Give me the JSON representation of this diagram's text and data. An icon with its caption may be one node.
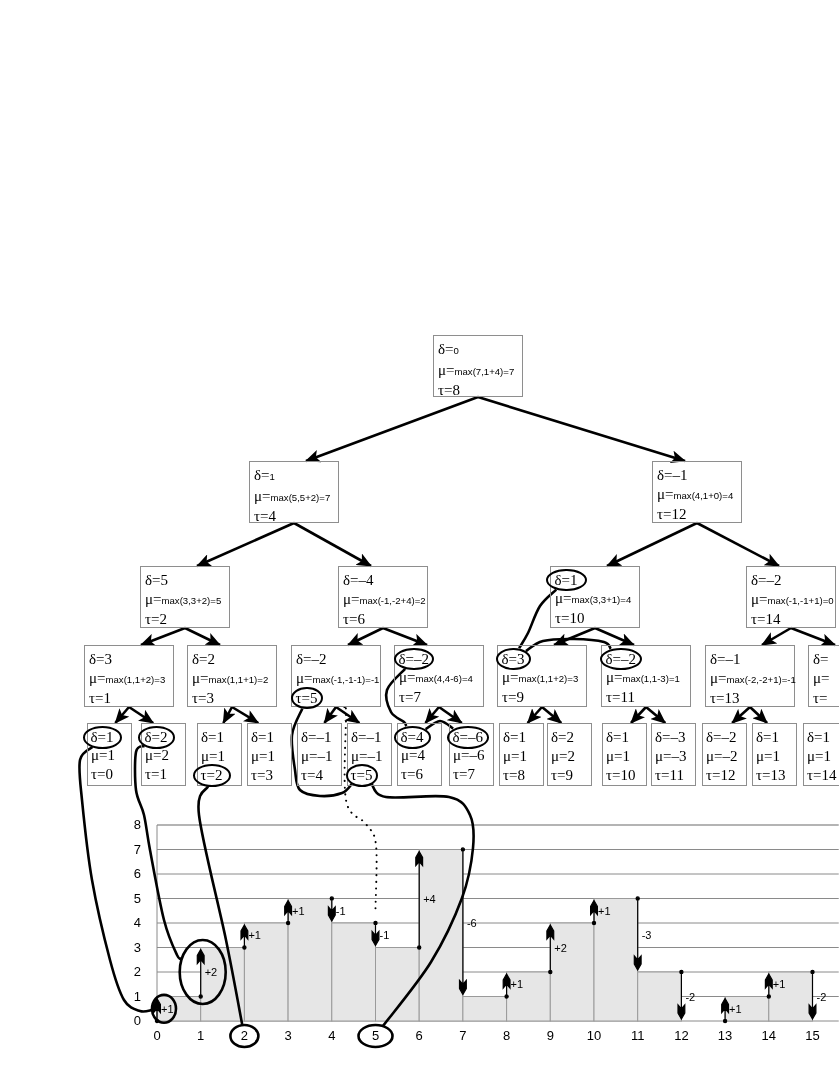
{
  "diagram": {
    "nodes": [
      {
        "text": [
          "δ=0",
          "μ=max(7,1+4)=7",
          "τ=8"
        ]
      },
      {
        "text": [
          "δ=1",
          "μ=max(5,5+2)=7",
          "τ=4"
        ]
      },
      {
        "text": [
          "δ=–1",
          "μ=max(4,1+0)=4",
          "τ=12"
        ]
      },
      {
        "text": [
          "δ=5",
          "μ=max(3,3+2)=5",
          "τ=2"
        ]
      },
      {
        "text": [
          "δ=–4",
          "μ=max(-1,-2+4)=2",
          "τ=6"
        ]
      },
      {
        "text": [
          "μ=max(3,3+1)=4",
          "τ=10"
        ]
      },
      {
        "text": [
          "δ=–2",
          "μ=max(-1,-1+1)=0",
          "τ=14"
        ]
      },
      {
        "text": [
          "δ=3",
          "μ=max(1,1+2)=3",
          "τ=1"
        ]
      },
      {
        "text": [
          "δ=2",
          "μ=max(1,1+1)=2",
          "τ=3"
        ]
      },
      {
        "text": [
          "δ=–2",
          "μ=max(-1,-1-1)=-1"
        ]
      },
      {
        "text": [
          "μ=max(4,4-6)=4",
          "τ=7"
        ]
      },
      {
        "text": [
          "μ=max(1,1+2)=3",
          "τ=9"
        ]
      },
      {
        "text": [
          "μ=max(1,1-3)=1",
          "τ=11"
        ]
      },
      {
        "text": [
          "δ=–1",
          "μ=max(-2,-2+1)=-1",
          "τ=13"
        ]
      },
      {
        "text": [
          "δ=",
          "μ=",
          "τ="
        ]
      },
      {
        "text": [
          "μ=1",
          "τ=0"
        ]
      },
      {
        "text": [
          "μ=2",
          "τ=1"
        ]
      },
      {
        "text": [
          "δ=1",
          "μ=1"
        ]
      },
      {
        "text": [
          "δ=1",
          "μ=1",
          "τ=3"
        ]
      },
      {
        "text": [
          "δ=–1",
          "μ=–1",
          "τ=4"
        ]
      },
      {
        "text": [
          "δ=–1",
          "μ=–1"
        ]
      },
      {
        "text": [
          "μ=4",
          "τ=6"
        ]
      },
      {
        "text": [
          "μ=–6",
          "τ=7"
        ]
      },
      {
        "text": [
          "δ=1",
          "μ=1",
          "τ=8"
        ]
      },
      {
        "text": [
          "δ=2",
          "μ=2",
          "τ=9"
        ]
      },
      {
        "text": [
          "δ=1",
          "μ=1",
          "τ=10"
        ]
      },
      {
        "text": [
          "δ=–3",
          "μ=–3",
          "τ=11"
        ]
      },
      {
        "text": [
          "δ=–2",
          "μ=–2",
          "τ=12"
        ]
      },
      {
        "text": [
          "δ=1",
          "μ=1",
          "τ=13"
        ]
      },
      {
        "text": [
          "δ=1",
          "μ=1",
          "τ=14"
        ]
      },
      {
        "text": [
          "δ=1"
        ],
        "in": 5
      },
      {
        "text": [
          "τ=5"
        ],
        "in": 9
      },
      {
        "text": [
          "δ=–2"
        ],
        "in": 10
      },
      {
        "text": [
          "δ=3"
        ],
        "in": 11
      },
      {
        "text": [
          "δ=–2"
        ],
        "in": 12
      },
      {
        "text": [
          "δ=1"
        ],
        "in": 15
      },
      {
        "text": [
          "δ=2"
        ],
        "in": 16
      },
      {
        "text": [
          "τ=2"
        ],
        "in": 17
      },
      {
        "text": [
          "τ=5"
        ],
        "in": 20
      },
      {
        "text": [
          "δ=4"
        ],
        "in": 21
      },
      {
        "text": [
          "δ=–6"
        ],
        "in": 22
      },
      {
        "text": [],
        "shape": "ellipse"
      },
      {
        "text": [],
        "shape": "ellipse"
      },
      {
        "text": [],
        "shape": "ellipse"
      },
      {
        "text": [],
        "shape": "ellipse"
      }
    ],
    "edges": [
      {
        "from": 0,
        "to": 1,
        "arrow": "to"
      },
      {
        "from": 0,
        "to": 2,
        "arrow": "to"
      },
      {
        "from": 1,
        "to": 3,
        "arrow": "to"
      },
      {
        "from": 1,
        "to": 4,
        "arrow": "to"
      },
      {
        "from": 2,
        "to": 5,
        "arrow": "to"
      },
      {
        "from": 2,
        "to": 6,
        "arrow": "to"
      },
      {
        "from": 3,
        "to": 7,
        "arrow": "to"
      },
      {
        "from": 3,
        "to": 8,
        "arrow": "to"
      },
      {
        "from": 4,
        "to": 9,
        "arrow": "to"
      },
      {
        "from": 4,
        "to": 10,
        "arrow": "to"
      },
      {
        "from": 5,
        "to": 11,
        "arrow": "to"
      },
      {
        "from": 5,
        "to": 12,
        "arrow": "to"
      },
      {
        "from": 6,
        "to": 13,
        "arrow": "to"
      },
      {
        "from": 6,
        "to": 14,
        "arrow": "to"
      },
      {
        "from": 7,
        "to": 15,
        "arrow": "to"
      },
      {
        "from": 7,
        "to": 16,
        "arrow": "to"
      },
      {
        "from": 8,
        "to": 17,
        "arrow": "to"
      },
      {
        "from": 8,
        "to": 18,
        "arrow": "to"
      },
      {
        "from": 9,
        "to": 19,
        "arrow": "to"
      },
      {
        "from": 9,
        "to": 20,
        "arrow": "to"
      },
      {
        "from": 10,
        "to": 21,
        "arrow": "to"
      },
      {
        "from": 10,
        "to": 22,
        "arrow": "to"
      },
      {
        "from": 11,
        "to": 23,
        "arrow": "to"
      },
      {
        "from": 11,
        "to": 24,
        "arrow": "to"
      },
      {
        "from": 12,
        "to": 25,
        "arrow": "to"
      },
      {
        "from": 12,
        "to": 26,
        "arrow": "to"
      },
      {
        "from": 13,
        "to": 27,
        "arrow": "to"
      },
      {
        "from": 13,
        "to": 28,
        "arrow": "to"
      },
      {
        "from": 30,
        "to": 33,
        "arrow": "none"
      },
      {
        "from": 33,
        "to": 34,
        "arrow": "none"
      },
      {
        "from": 32,
        "to": 39,
        "arrow": "none"
      },
      {
        "from": 39,
        "to": 40,
        "arrow": "none"
      },
      {
        "from": 31,
        "to": 38,
        "arrow": "none"
      },
      {
        "from": 38,
        "to": 44,
        "arrow": "none"
      },
      {
        "from": 35,
        "to": 41,
        "arrow": "none"
      },
      {
        "from": 36,
        "to": 42,
        "arrow": "none"
      },
      {
        "from": 37,
        "to": 43,
        "arrow": "none"
      },
      {
        "from": 9,
        "to": null,
        "arrow": "none",
        "style": "dashed"
      }
    ],
    "chart_data": {
      "type": "bar",
      "x": [
        0.5,
        1.5,
        2.5,
        3.5,
        4.5,
        5.5,
        6.5,
        7.5,
        8.5,
        9.5,
        10.5,
        11.5,
        12.5,
        13.5,
        14.5,
        15.5
      ],
      "series": [
        {
          "color": "#e6e6e6",
          "values": [
            1,
            3,
            4,
            5,
            4,
            3,
            7,
            1,
            2,
            4,
            5,
            2,
            0,
            1,
            2,
            0
          ]
        }
      ],
      "xlim": [
        0,
        15.6
      ],
      "ylim": [
        0,
        8
      ],
      "xticks": [
        0,
        1,
        2,
        3,
        4,
        5,
        6,
        7,
        8,
        9,
        10,
        11,
        12,
        13,
        14,
        15
      ],
      "yticks": [
        0,
        1,
        2,
        3,
        4,
        5,
        6,
        7,
        8
      ],
      "grid": true,
      "annotations": [
        "+1",
        "+2",
        "+1",
        "+1",
        "-1",
        "-1",
        "+4",
        "-6",
        "+1",
        "+2",
        "+1",
        "-3",
        "-2",
        "+1",
        "+1",
        "-2"
      ]
    }
  }
}
